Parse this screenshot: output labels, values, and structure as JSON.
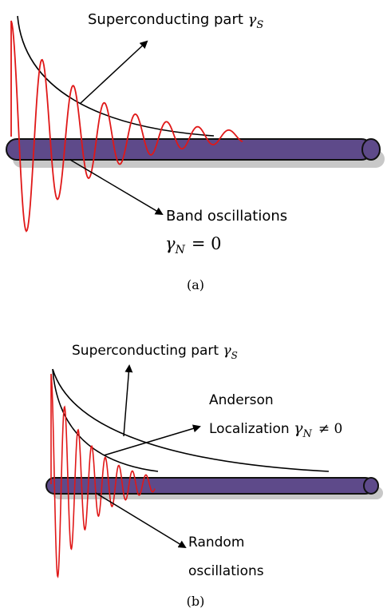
{
  "panel_a": {
    "superconducting_label": "Superconducting part",
    "superconducting_symbol": "γ",
    "superconducting_subscript": "S",
    "band_label": "Band oscillations",
    "gamma_symbol": "γ",
    "gamma_subscript": "N",
    "gamma_relation": "= 0",
    "caption": "(a)"
  },
  "panel_b": {
    "superconducting_label": "Superconducting part",
    "superconducting_symbol": "γ",
    "superconducting_subscript": "S",
    "anderson_line1": "Anderson",
    "anderson_line2": "Localization",
    "anderson_symbol": "γ",
    "anderson_subscript": "N",
    "anderson_relation": "≠ 0",
    "random_line1": "Random",
    "random_line2": "oscillations",
    "caption": "(b)"
  },
  "colors": {
    "rod_fill": "#5e4a8a",
    "rod_shadow": "#c8c8c8",
    "oscillation": "#e01818",
    "envelope": "#000000"
  }
}
